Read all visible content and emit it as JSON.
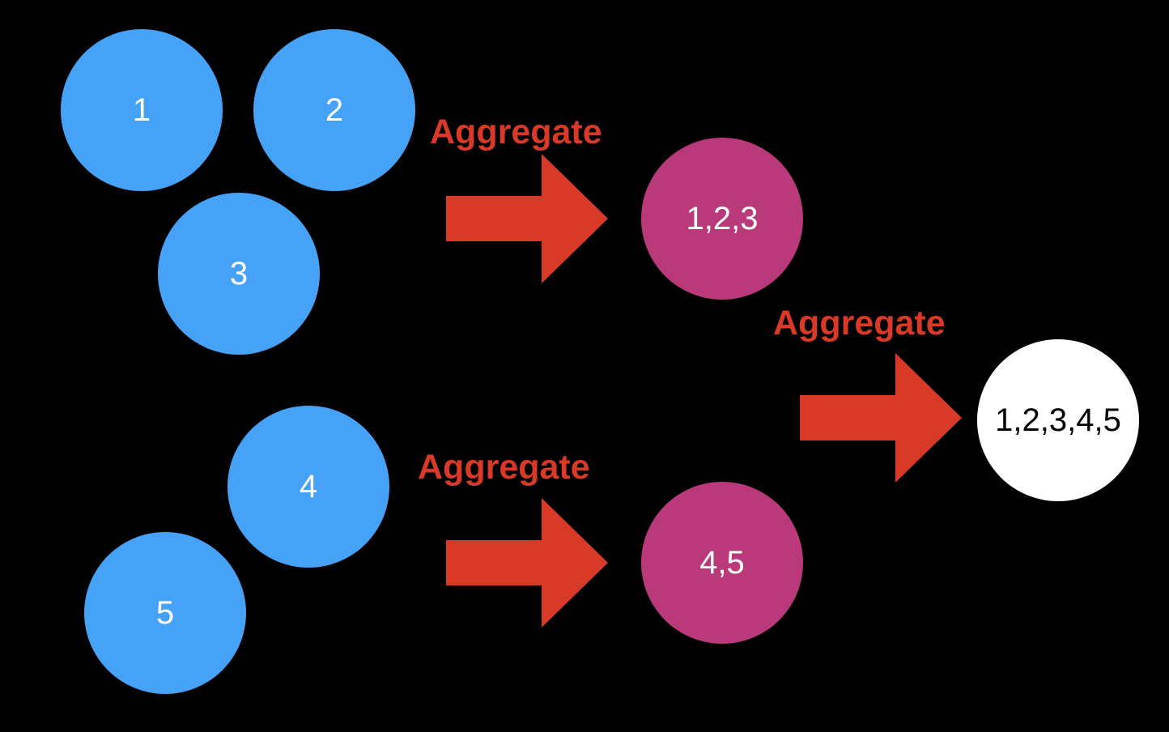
{
  "colors": {
    "background": "#000000",
    "input_node": "#46A2F7",
    "partial_node": "#B9397A",
    "final_node": "#FFFFFF",
    "arrow": "#D83A27",
    "label": "#D83A27"
  },
  "nodes": {
    "n1": "1",
    "n2": "2",
    "n3": "3",
    "n4": "4",
    "n5": "5",
    "p123": "1,2,3",
    "p45": "4,5",
    "final": "1,2,3,4,5"
  },
  "labels": {
    "top": "Aggregate",
    "middle": "Aggregate",
    "bottom": "Aggregate"
  }
}
